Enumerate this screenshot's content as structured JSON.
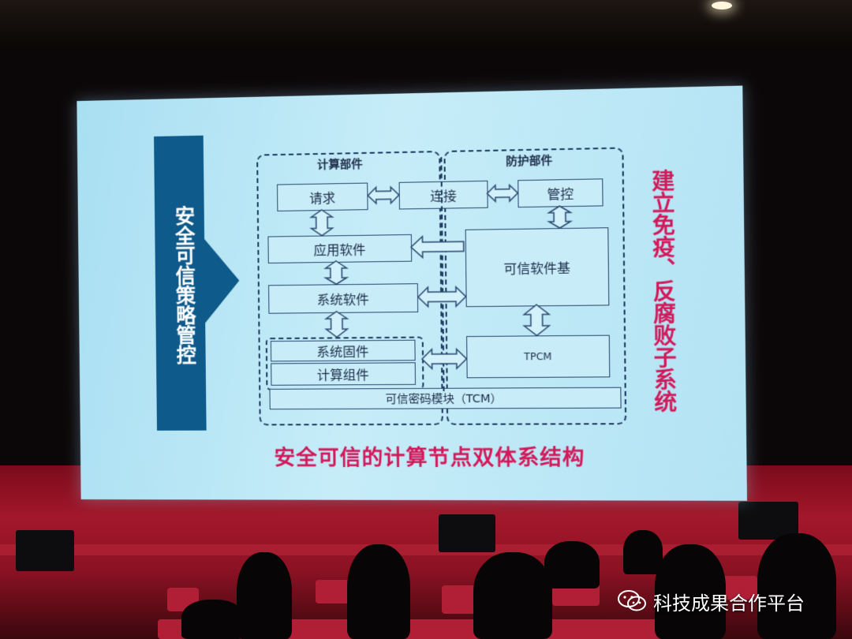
{
  "slide": {
    "policy_label": "安全可信策略管控",
    "group_compute_title": "计算部件",
    "group_protect_title": "防护部件",
    "boxes": {
      "request": "请求",
      "connect": "连接",
      "control": "管控",
      "app_software": "应用软件",
      "sys_software": "系统软件",
      "trusted_base": "可信软件基",
      "sys_firmware": "系统固件",
      "compute_component": "计算组件",
      "tpcm": "TPCM",
      "tcm": "可信密码模块（TCM）"
    },
    "right_title": "建立免疫、反腐败子系统",
    "bottom_title": "安全可信的计算节点双体系结构"
  },
  "watermark": {
    "text": "科技成果合作平台",
    "icon": "wechat-icon"
  },
  "colors": {
    "screen": "#b8e6f6",
    "policy_blue": "#0e5a8b",
    "title_magenta": "#d2195a",
    "stage_red": "#a3172b"
  }
}
